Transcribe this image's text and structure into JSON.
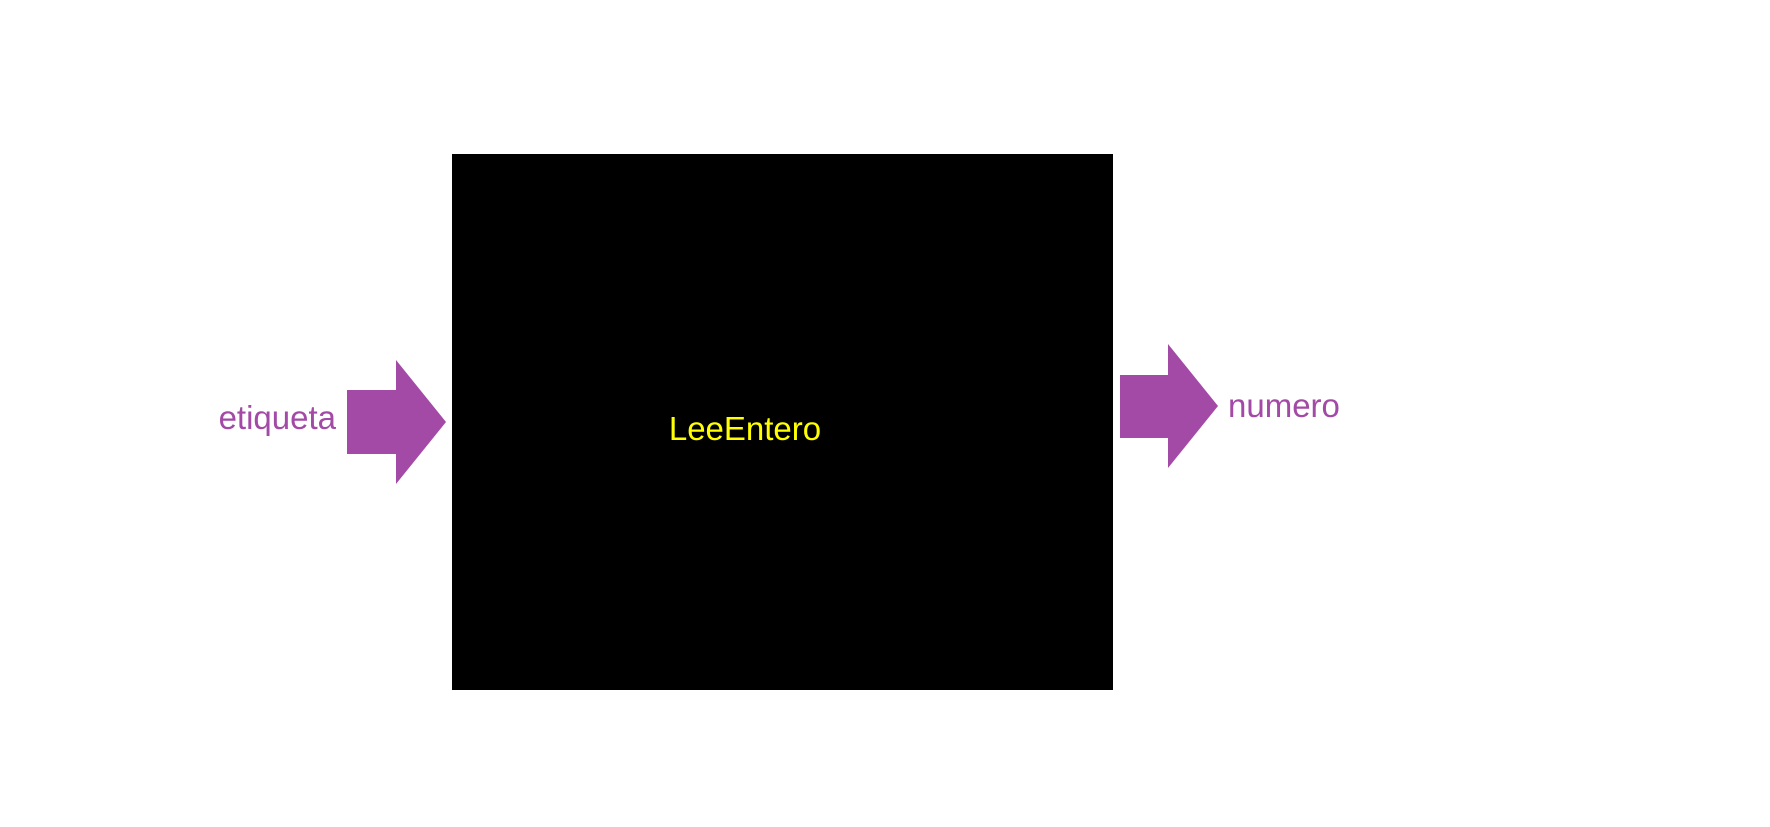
{
  "diagram": {
    "block_label": "LeeEntero",
    "input_label": "etiqueta",
    "output_label": "numero"
  },
  "colors": {
    "block_fill": "#000000",
    "block_text": "#ffff00",
    "arrow_fill": "#a24aa6",
    "io_text": "#a24aa6",
    "background": "#ffffff"
  }
}
